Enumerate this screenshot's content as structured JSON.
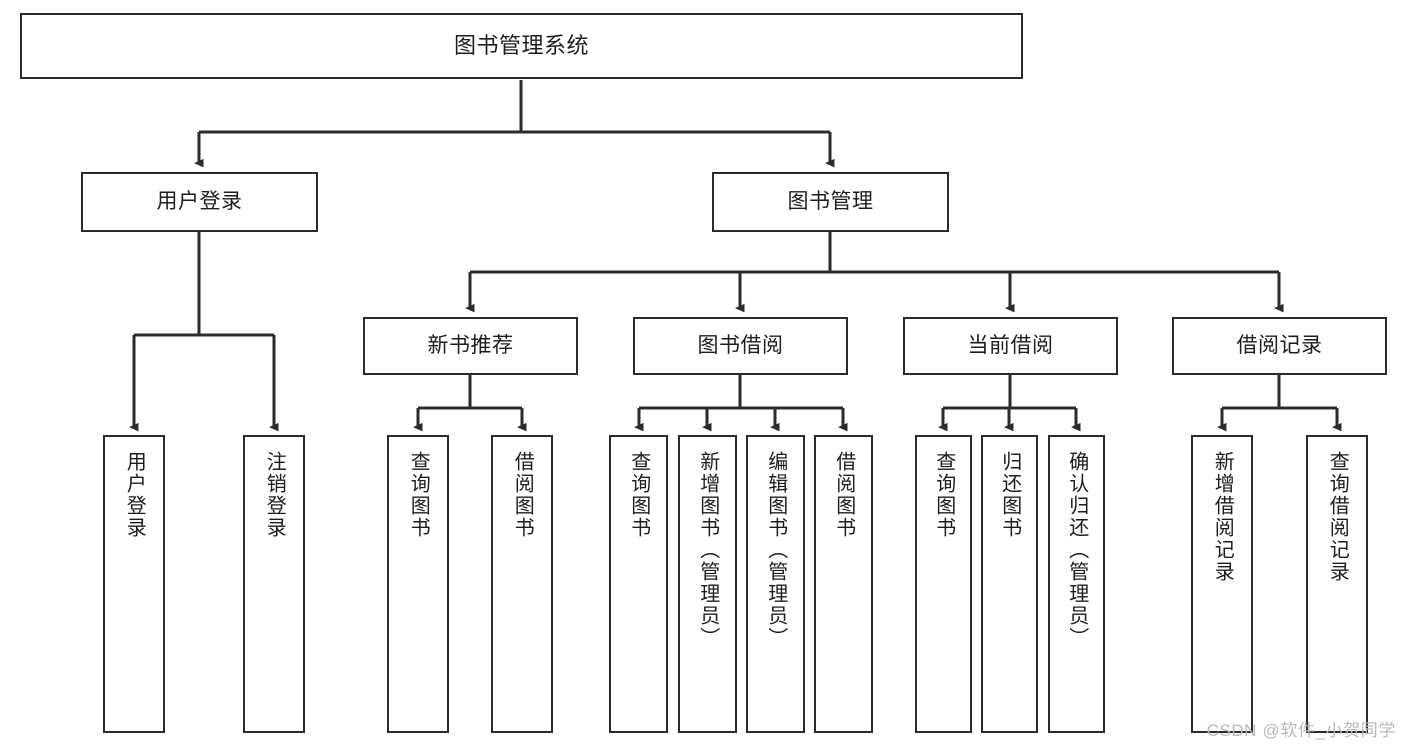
{
  "diagram": {
    "title": "图书管理系统",
    "type": "tree-hierarchy-diagram",
    "watermark": "CSDN @软件_小贺同学",
    "colors": {
      "background": "#ffffff",
      "node_border": "#2b2b2b",
      "node_fill": "#ffffff",
      "connector": "#2b2b2b",
      "text": "#1d1d1d",
      "watermark": "#b9b9b9"
    },
    "nodes": {
      "root": {
        "label": "图书管理系统"
      },
      "level2": [
        {
          "label": "用户登录"
        },
        {
          "label": "图书管理"
        }
      ],
      "level3": [
        {
          "label": "新书推荐"
        },
        {
          "label": "图书借阅"
        },
        {
          "label": "当前借阅"
        },
        {
          "label": "借阅记录"
        }
      ],
      "leaves": {
        "user_login": [
          {
            "label": "用户登录"
          },
          {
            "label": "注销登录"
          }
        ],
        "new_book_recommend": [
          {
            "label": "查询图书"
          },
          {
            "label": "借阅图书"
          }
        ],
        "book_borrow": [
          {
            "label": "查询图书"
          },
          {
            "label": "新增图书（管理员）"
          },
          {
            "label": "编辑图书（管理员）"
          },
          {
            "label": "借阅图书"
          }
        ],
        "current_borrow": [
          {
            "label": "查询图书"
          },
          {
            "label": "归还图书"
          },
          {
            "label": "确认归还（管理员）"
          }
        ],
        "borrow_record": [
          {
            "label": "新增借阅记录"
          },
          {
            "label": "查询借阅记录"
          }
        ]
      }
    }
  }
}
